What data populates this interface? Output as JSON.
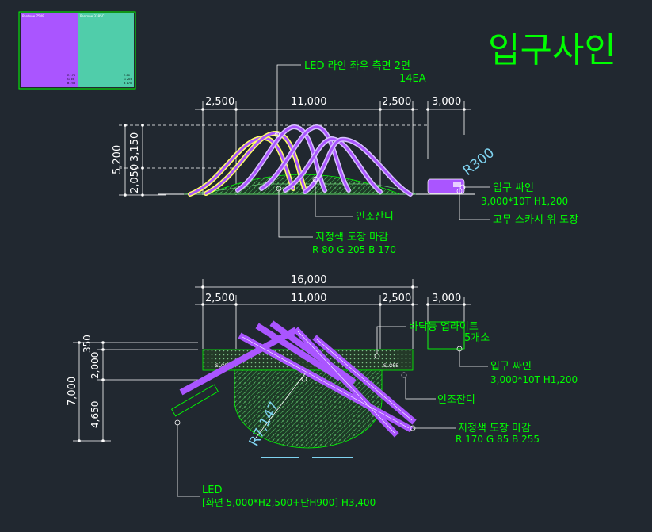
{
  "title": "입구사인",
  "swatches": {
    "left": {
      "name": "Pantone 7549",
      "color": "#AA55FF",
      "notes": [
        "R 170",
        "G 85",
        "B 255"
      ]
    },
    "right": {
      "name": "Pantone 3385C",
      "color": "#50CDAA",
      "notes": [
        "R 80",
        "G 205",
        "B 170"
      ]
    }
  },
  "elevation": {
    "dims_top": {
      "a": "2,500",
      "b": "11,000",
      "c": "2,500",
      "d": "3,000"
    },
    "dims_left": {
      "total": "5,200",
      "upper": "3,150",
      "lower": "2,050"
    },
    "radius": "R300",
    "led_label": "LED 라인 좌우 측면 2면",
    "led_count": "14EA",
    "grass_label": "인조잔디",
    "paint_label": "지정색 도장 마감",
    "paint_rgb": "R 80  G 205  B 170",
    "sign_label": "입구 싸인",
    "sign_spec": "3,000*10T H1,200",
    "rubber_label": "고무 스카시 위 도장"
  },
  "plan": {
    "dims_top": {
      "total": "16,000",
      "a": "2,500",
      "b": "11,000",
      "c": "2,500",
      "d": "3,000"
    },
    "dims_left": {
      "total": "7,000",
      "a": "350",
      "b": "2,000",
      "c": "4,650"
    },
    "uplight_label": "바닥등 업라이트",
    "uplight_count": "5개소",
    "slope_left": "SLOPE",
    "slope_right": "SLOPE",
    "radius": "R7,147",
    "sign_label": "입구 싸인",
    "sign_spec": "3,000*10T H1,200",
    "grass_label": "인조잔디",
    "paint_label": "지정색 도장 마감",
    "paint_rgb": "R 170  G 85  B 255",
    "led_label": "LED",
    "led_spec": "[화면 5,000*H2,500+단H900]  H3,400"
  },
  "colors": {
    "background": "#212830",
    "line": "#FFFFFF",
    "label": "#00FF00",
    "purple": "#AA55FF",
    "mint": "#50CDAA",
    "cyan": "#7FD3F0",
    "yellow": "#FFFF66"
  }
}
